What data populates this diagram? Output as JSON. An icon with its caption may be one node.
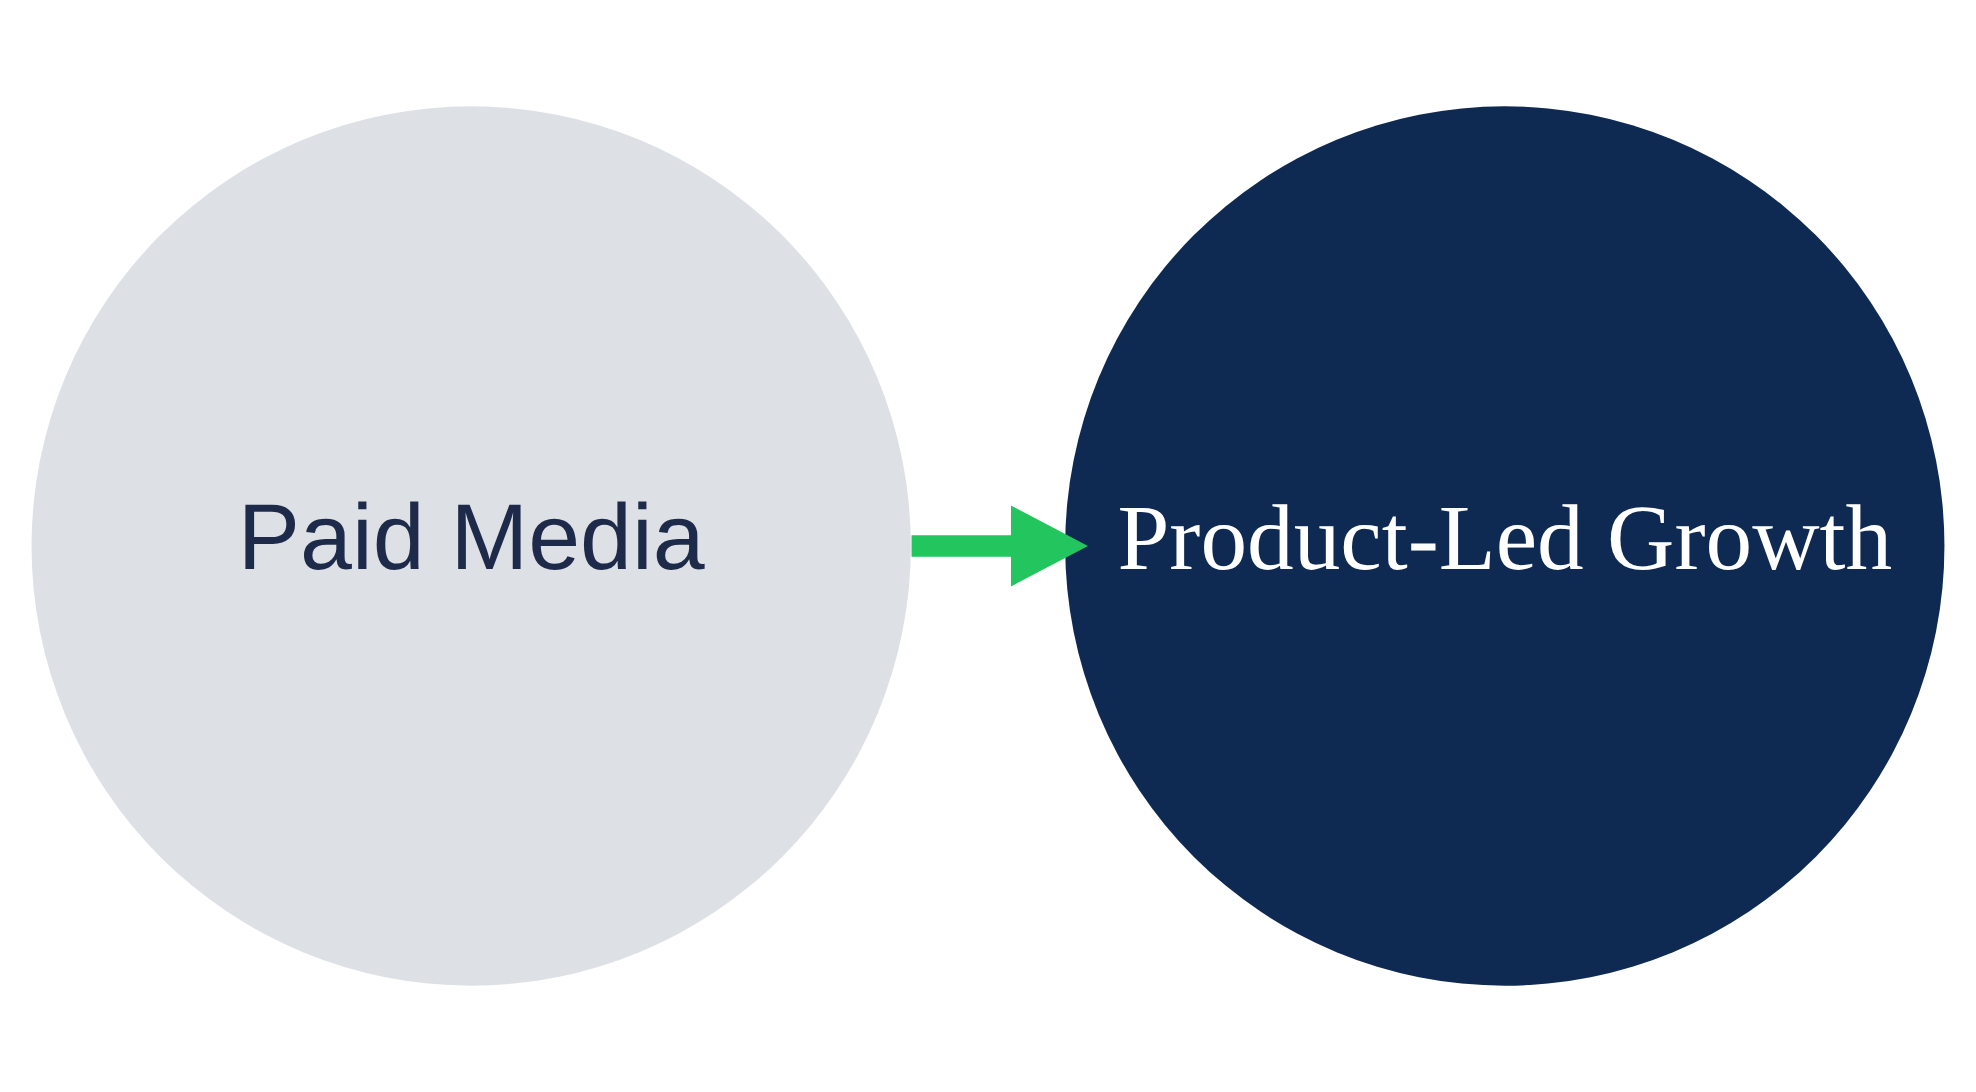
{
  "diagram": {
    "nodes": [
      {
        "text": [
          "Paid Media"
        ]
      },
      {
        "text": [
          "Product-Led Growth"
        ]
      }
    ],
    "edges": [
      {
        "from": 0,
        "to": 1,
        "arrow": "to"
      }
    ]
  }
}
